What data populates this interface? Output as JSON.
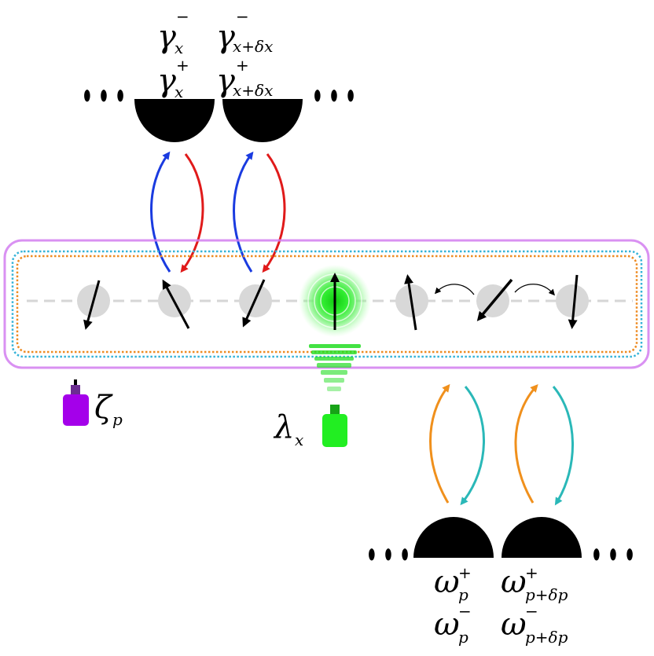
{
  "top_labels": {
    "gx_minus": {
      "base": "γ",
      "sup": "−",
      "sub": "x"
    },
    "gxd_minus": {
      "base": "γ",
      "sup": "−",
      "sub": "x+δx"
    },
    "gx_plus": {
      "base": "γ",
      "sup": "+",
      "sub": "x"
    },
    "gxd_plus": {
      "base": "γ",
      "sup": "+",
      "sub": "x+δx"
    },
    "ellipsis_left": "• • •",
    "ellipsis_right": "• • •"
  },
  "bottom_labels": {
    "wp_plus": {
      "base": "ω",
      "sup": "+",
      "sub": "p"
    },
    "wpd_plus": {
      "base": "ω",
      "sup": "+",
      "sub": "p+δp"
    },
    "wp_minus": {
      "base": "ω",
      "sup": "−",
      "sub": "p"
    },
    "wpd_minus": {
      "base": "ω",
      "sup": "−",
      "sub": "p+δp"
    },
    "ellipsis_left": "• • •",
    "ellipsis_right": "• • •"
  },
  "probes": {
    "dephasing": {
      "label_base": "ζ",
      "label_sub": "p"
    },
    "laser": {
      "label_base": "λ",
      "label_sub": "x"
    }
  },
  "colors": {
    "loss_arrow": "#1a3be0",
    "gain_arrow": "#e01a1a",
    "pump_arrow": "#f0901c",
    "decay_arrow": "#2ab8b8",
    "outer_box": "#d27ef0",
    "dotted_cyan": "#35b3d8",
    "dotted_orange": "#ee8a20",
    "spin": "#d8d8d8",
    "excited": "#22dd22",
    "bath": "#000000",
    "dephasing_probe": "#a400ea",
    "dephasing_cap": "#6b2d91",
    "laser_probe": "#22ee22",
    "laser_cap": "#17a317"
  },
  "spins": [
    {
      "id": "spin-1",
      "angle_deg": 195
    },
    {
      "id": "spin-2",
      "angle_deg": -30
    },
    {
      "id": "spin-3",
      "angle_deg": 205
    },
    {
      "id": "spin-4",
      "angle_deg": 0,
      "excited": true
    },
    {
      "id": "spin-5",
      "angle_deg": -8
    },
    {
      "id": "spin-6",
      "angle_deg": 225
    },
    {
      "id": "spin-7",
      "angle_deg": 185
    }
  ]
}
